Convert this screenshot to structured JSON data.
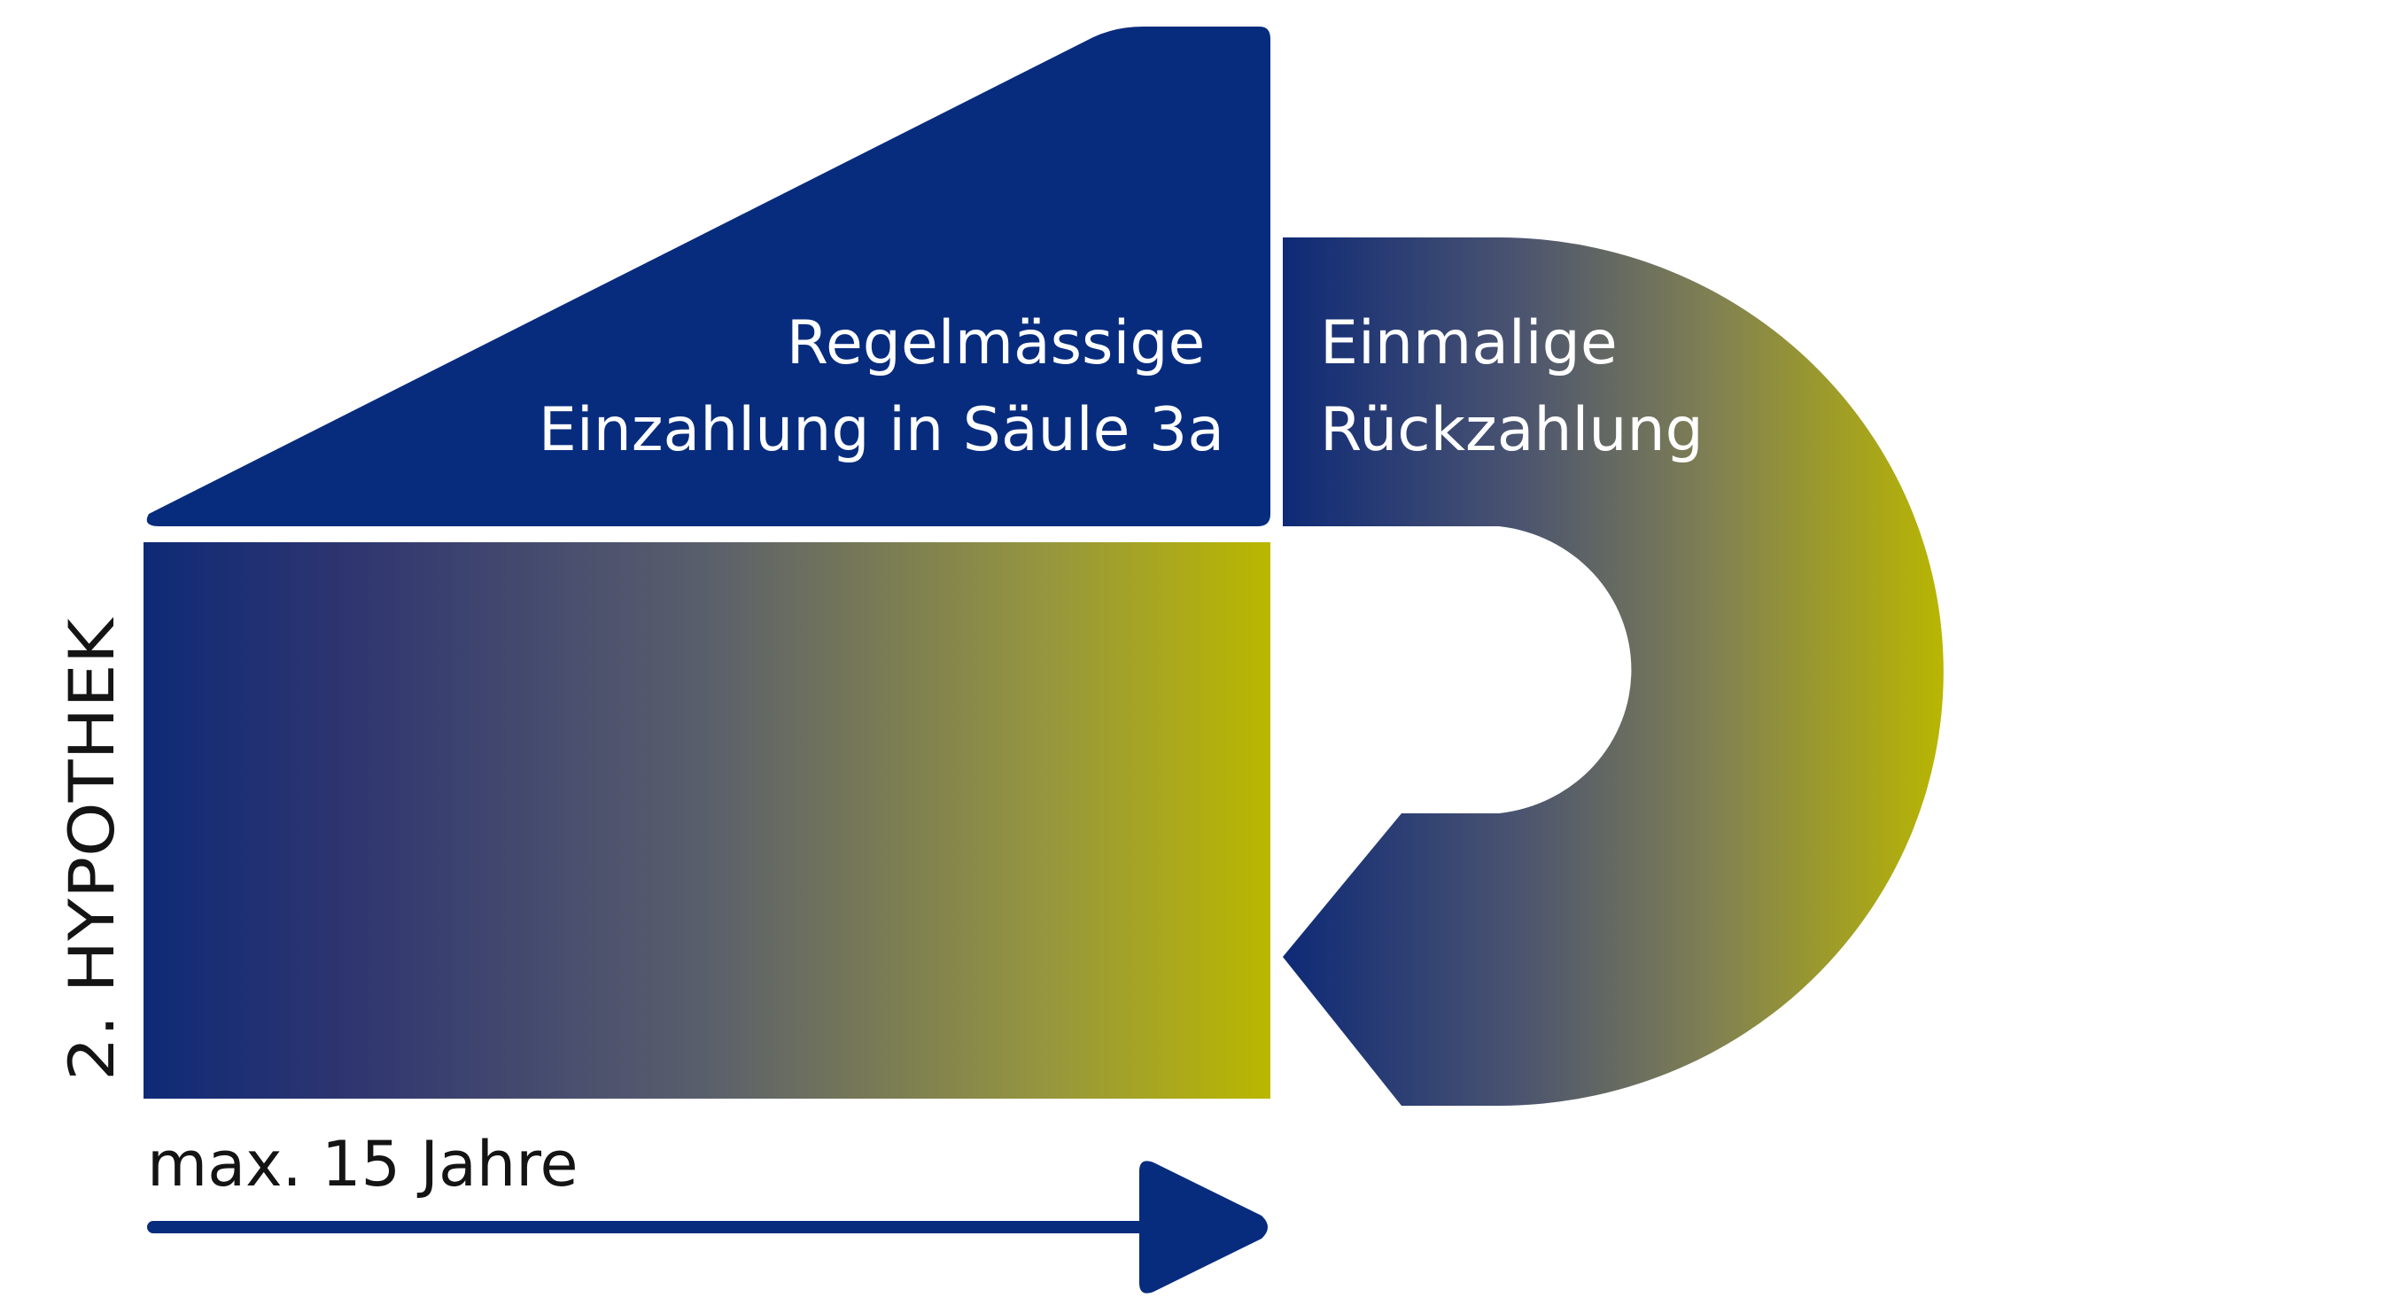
{
  "diagram": {
    "vertical_label": "2. HYPOTHEK",
    "regular_payment": {
      "line1": "Regelmässige",
      "line2": "Einzahlung in Säule 3a"
    },
    "one_time_repayment": {
      "line1": "Einmalige",
      "line2": "Rückzahlung"
    },
    "duration_label": "max. 15 Jahre"
  },
  "colors": {
    "navy": "#072C7E",
    "gradient_start": "#0E2A77",
    "gradient_mid": "#5A5F6C",
    "gradient_end": "#BAB700",
    "text_dark": "#141414",
    "text_light": "#FFFFFF"
  }
}
